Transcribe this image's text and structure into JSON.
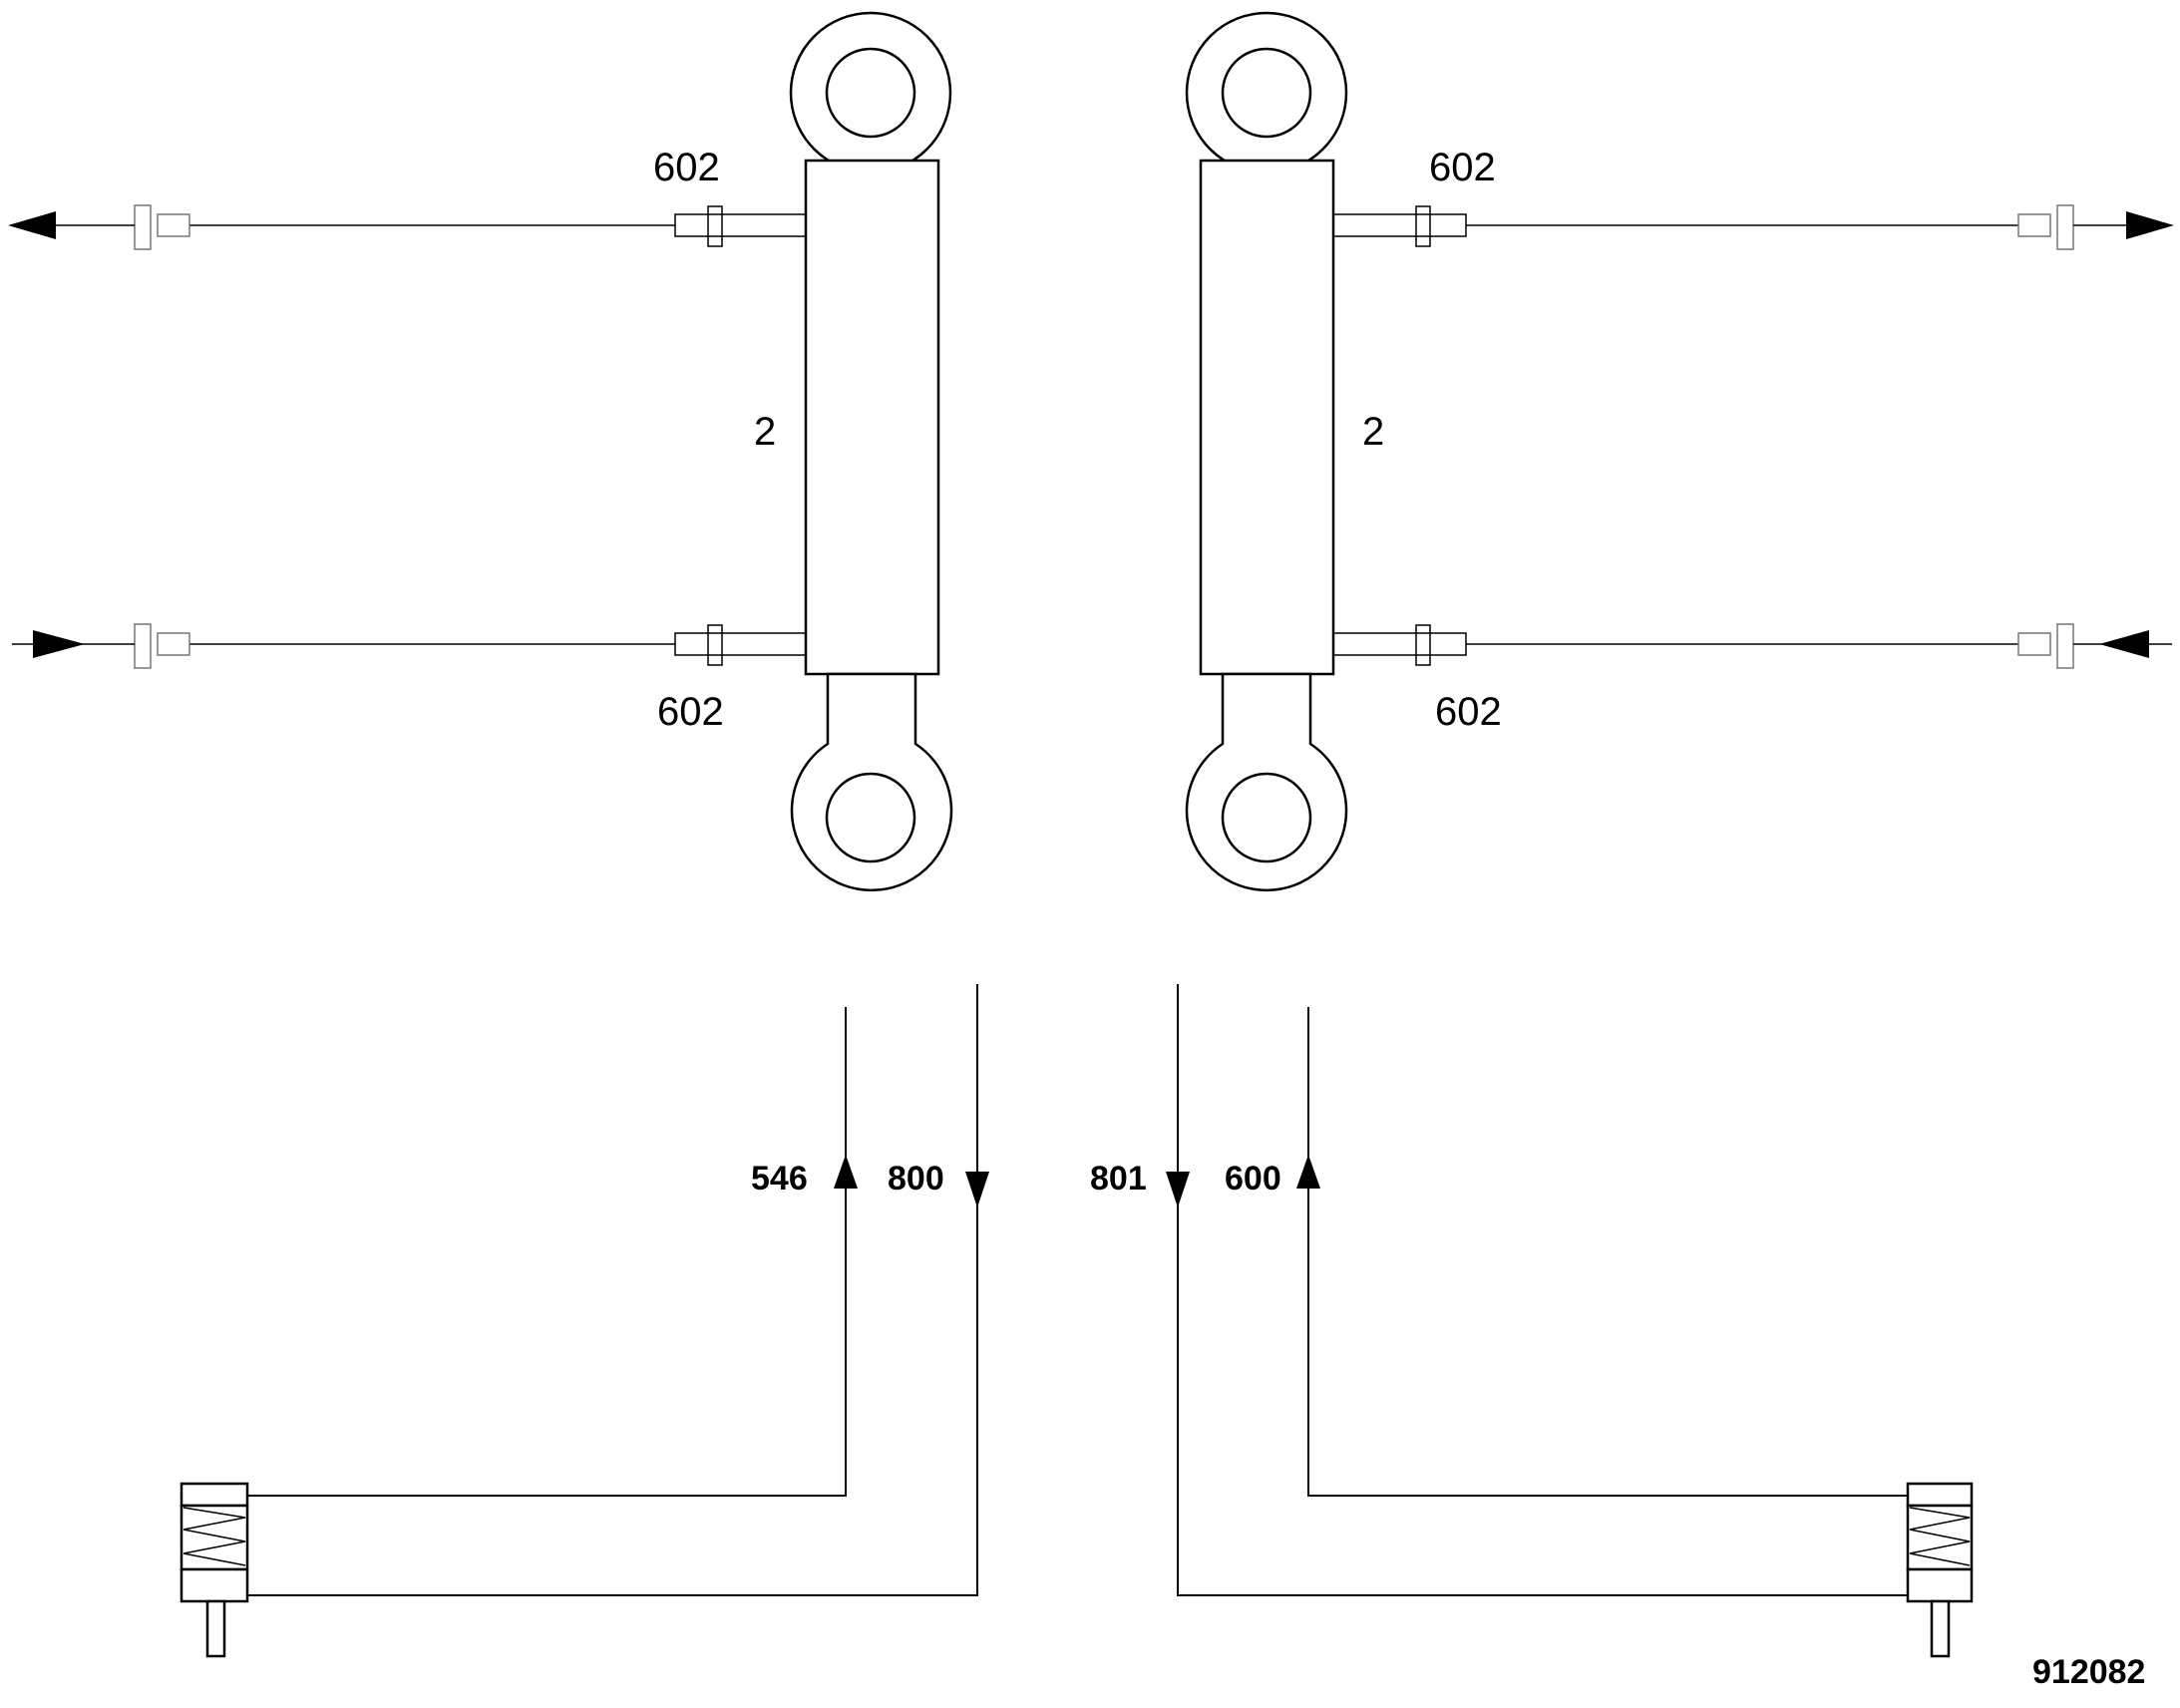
{
  "labels": {
    "port_left_top": "602",
    "port_left_bottom": "602",
    "port_right_top": "602",
    "port_right_bottom": "602",
    "cylinder_left": "2",
    "cylinder_right": "2",
    "line_546": "546",
    "line_800": "800",
    "line_801": "801",
    "line_600": "600",
    "figure_id": "912082"
  }
}
